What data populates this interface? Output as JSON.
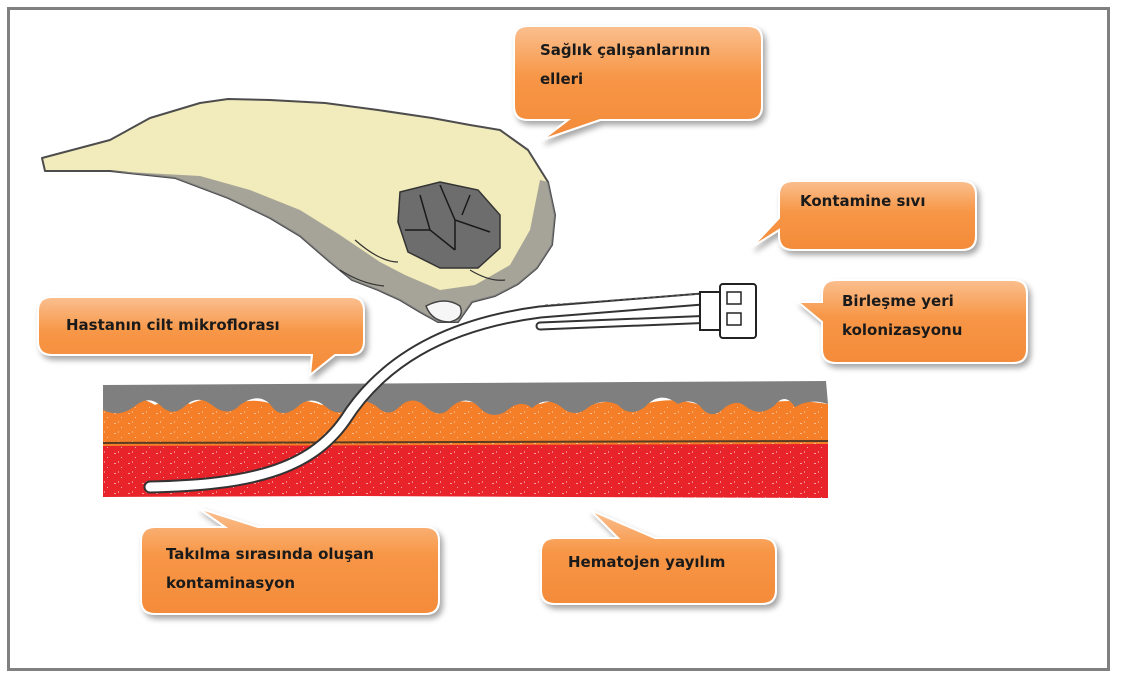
{
  "callouts": {
    "hands": {
      "line1": "Sağlık çalışanlarının",
      "line2": "elleri"
    },
    "fluid": {
      "line1": "Kontamine sıvı"
    },
    "hub": {
      "line1": "Birleşme yeri",
      "line2": "kolonizasyonu"
    },
    "skin": {
      "line1": "Hastanın cilt mikroflorası"
    },
    "insertion": {
      "line1": "Takılma sırasında oluşan",
      "line2": "kontaminasyon"
    },
    "hematogenous": {
      "line1": "Hematojen yayılım"
    }
  },
  "colors": {
    "callout_fill": "#F79646",
    "callout_fill_light": "#FABF8F",
    "skin_surface": "#7F7F7F",
    "subcutaneous": "#F47F28",
    "blood": "#E8232A",
    "hand": "#F2EBBB",
    "catheter": "#FFFFFF"
  },
  "icons": {
    "hand": "hand-icon",
    "catheter": "catheter-icon",
    "connector": "connector-icon"
  }
}
